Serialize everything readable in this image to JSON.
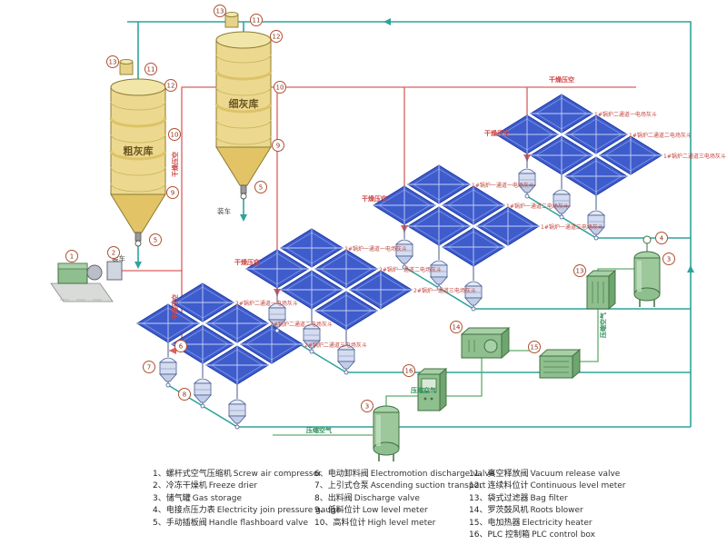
{
  "silos": {
    "coarse_label": "粗灰库",
    "fine_label": "细灰库"
  },
  "truck_loading_label": "装车",
  "pipe_labels": {
    "dry_air": "干燥压空",
    "compressed_air": "压缩空气"
  },
  "grids": [
    {
      "rows": [
        "2#锅炉二通道一电场灰斗",
        "2#锅炉二通道二电场灰斗",
        "2#锅炉二通道三电场灰斗"
      ]
    },
    {
      "rows": [
        "2#锅炉一通道一电场灰斗",
        "2#锅炉一通道二电场灰斗",
        "2#锅炉一通道三电场灰斗"
      ]
    },
    {
      "rows": [
        "1#锅炉一通道一电场灰斗",
        "1#锅炉一通道二电场灰斗",
        "1#锅炉一通道三电场灰斗"
      ]
    },
    {
      "rows": [
        "1#锅炉二通道一电场灰斗",
        "1#锅炉二通道二电场灰斗",
        "1#锅炉二通道三电场灰斗"
      ]
    }
  ],
  "legend": [
    {
      "num": "1",
      "zh": "螺杆式空气压缩机",
      "en": "Screw air compressor"
    },
    {
      "num": "2",
      "zh": "冷冻干燥机",
      "en": "Freeze drier"
    },
    {
      "num": "3",
      "zh": "储气罐",
      "en": "Gas storage"
    },
    {
      "num": "4",
      "zh": "电接点压力表",
      "en": "Electricity join pressure gauge"
    },
    {
      "num": "5",
      "zh": "手动插板阀",
      "en": "Handle flashboard valve"
    },
    {
      "num": "6",
      "zh": "电动卸料阀",
      "en": "Electromotion discharge valve"
    },
    {
      "num": "7",
      "zh": "上引式仓泵",
      "en": "Ascending suction transport"
    },
    {
      "num": "8",
      "zh": "出料阀",
      "en": "Discharge valve"
    },
    {
      "num": "9",
      "zh": "低料位计",
      "en": "Low level meter"
    },
    {
      "num": "10",
      "zh": "高料位计",
      "en": "High level meter"
    },
    {
      "num": "11",
      "zh": "真空释放阀",
      "en": "Vacuum release valve"
    },
    {
      "num": "12",
      "zh": "连续料位计",
      "en": "Continuous level meter"
    },
    {
      "num": "13",
      "zh": "袋式过滤器",
      "en": "Bag filter"
    },
    {
      "num": "14",
      "zh": "罗茨鼓风机",
      "en": "Roots blower"
    },
    {
      "num": "15",
      "zh": "电加热器",
      "en": "Electricity heater"
    },
    {
      "num": "16",
      "zh": "PLC 控制箱",
      "en": "PLC control box"
    }
  ],
  "colors": {
    "silo_yellow": "#ecd98f",
    "hopper_blue": "#3f5ccc",
    "equipment_green": "#8fbf8f",
    "pipe_conveying_teal": "#2fa39b",
    "pipe_dry_air_red": "#d95f5f",
    "pipe_compressed_green": "#5fae6a",
    "label_red": "#c0453e",
    "label_green": "#2e8b57"
  }
}
